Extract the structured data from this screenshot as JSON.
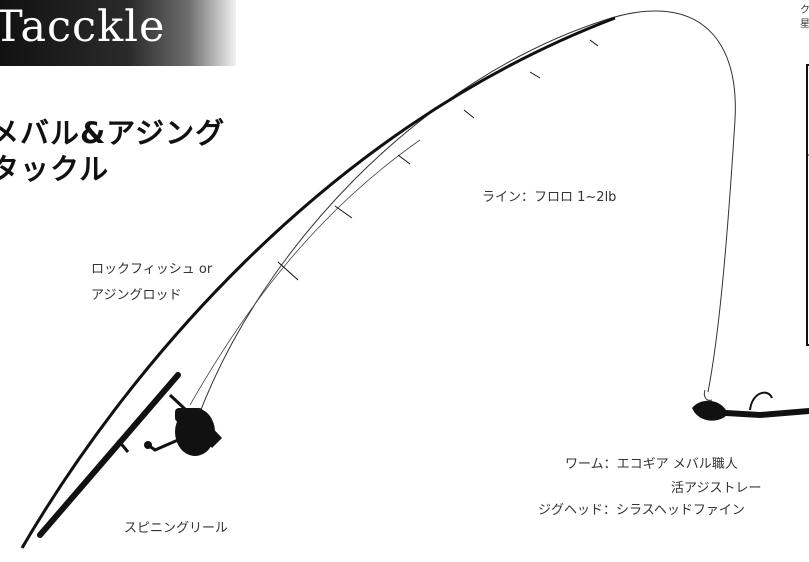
{
  "title": "Tacckle",
  "heading": {
    "line1": "メバル&アジング",
    "line2": "タックル"
  },
  "labels": {
    "rod_line1": "ロックフィッシュ or",
    "rod_line2": "アジングロッド",
    "line": "ライン：フロロ 1~2lb",
    "reel": "スピニングリール",
    "worm_line1": "ワーム：エコギア メバル職人",
    "worm_line2": "活アジストレー",
    "jighead": "ジグヘッド：シラスヘッドファイン"
  },
  "corner_text": {
    "line1": "ク",
    "line2": "星"
  },
  "colors": {
    "banner_dark": "#111111",
    "rod": "#111111",
    "line": "#333333",
    "text": "#333333"
  }
}
